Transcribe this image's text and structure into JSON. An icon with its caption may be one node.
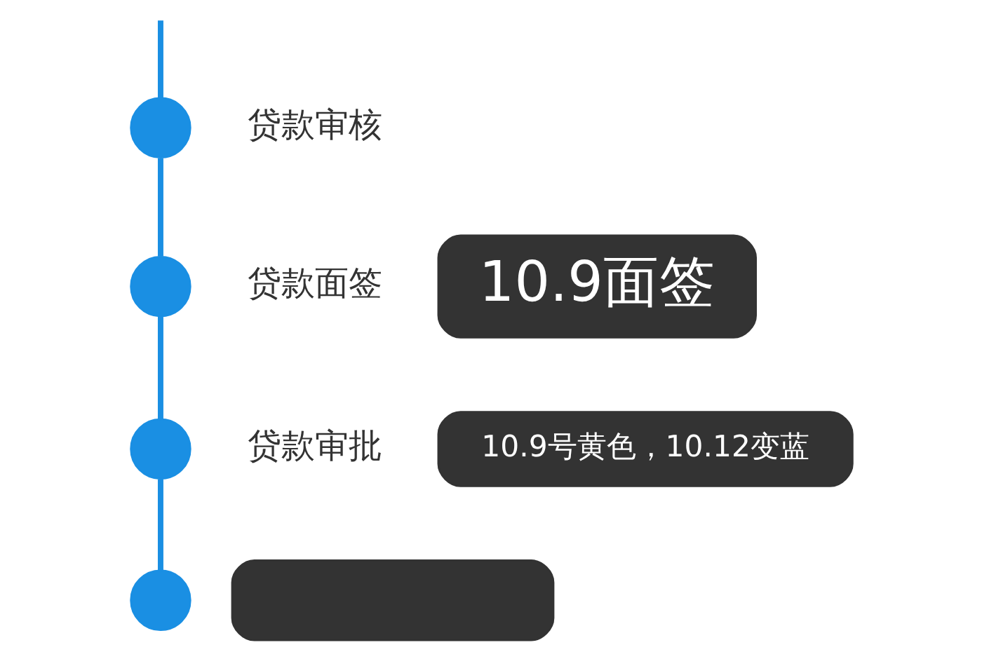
{
  "diagram": {
    "nodes": [
      {
        "text": [],
        "shape": "circle",
        "beside": [
          "贷款审核"
        ]
      },
      {
        "text": [],
        "shape": "circle",
        "beside": [
          "贷款面签"
        ]
      },
      {
        "text": [],
        "shape": "circle",
        "beside": [
          "贷款审批"
        ]
      },
      {
        "text": [],
        "shape": "circle"
      },
      {
        "text": [
          "10.9面签"
        ]
      },
      {
        "text": [
          "10.9号黄色，10.12变蓝"
        ]
      },
      {
        "text": [],
        "shape": "box"
      }
    ],
    "edges": [
      {
        "from": null,
        "to": 0,
        "arrow": "none"
      },
      {
        "from": 0,
        "to": 1,
        "arrow": "none"
      },
      {
        "from": 1,
        "to": 2,
        "arrow": "none"
      },
      {
        "from": 2,
        "to": 3,
        "arrow": "none"
      }
    ]
  }
}
